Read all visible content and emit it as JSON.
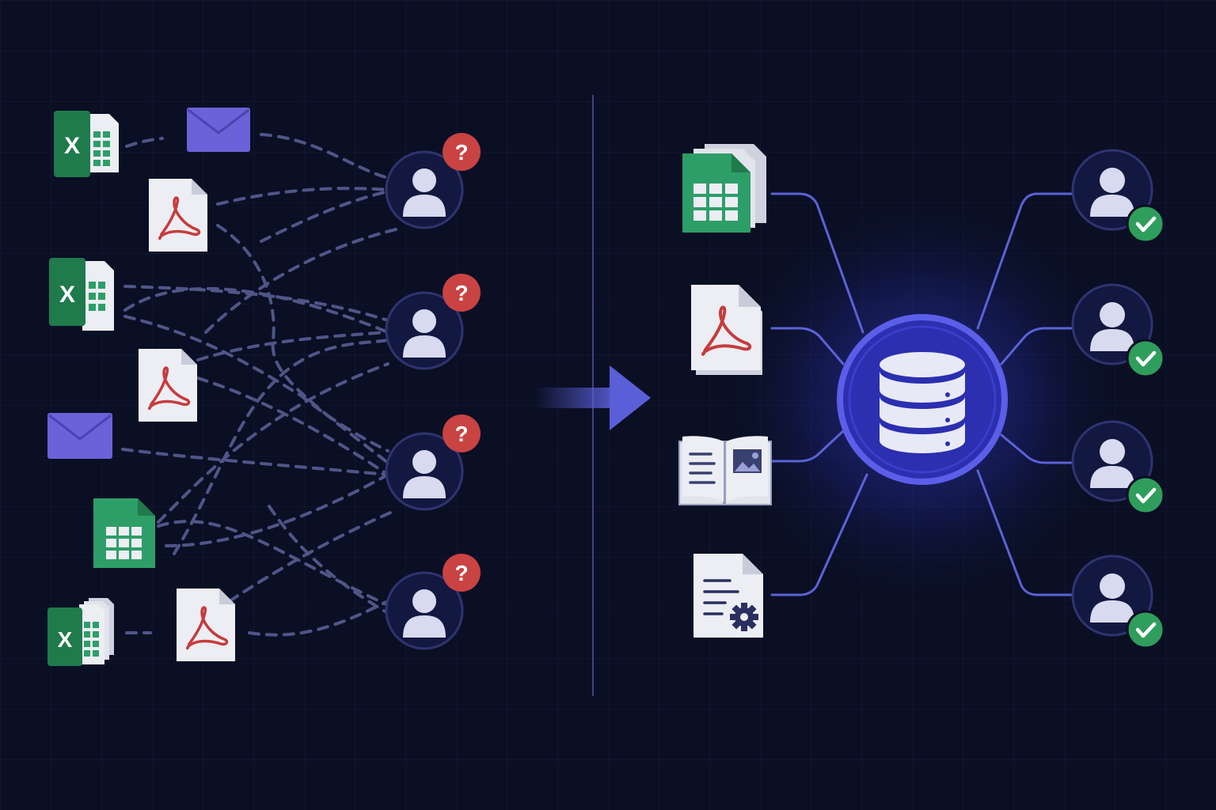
{
  "colors": {
    "background": "#0a0f24",
    "grid": "#1a2140",
    "dashed_link": "#5c6399",
    "solid_link": "#5b62d6",
    "divider": "#3f4480",
    "arrow": "#5a5fd8",
    "excel_green": "#1f7a4c",
    "sheet_green": "#2e9e68",
    "pdf_red": "#c63c3c",
    "envelope": "#6a62d8",
    "question_badge": "#c94343",
    "check_badge": "#2f9e5c",
    "user_ring": "#2f3470",
    "user_fill": "#121840",
    "user_glyph": "#d8daf0",
    "hub_ring": "#5b5ee8",
    "hub_fill": "#2b2fb0",
    "paper": "#eceef4"
  },
  "legacy_sources": [
    {
      "kind": "excel",
      "icon": "excel-file-icon",
      "letter": "X"
    },
    {
      "kind": "envelope",
      "icon": "envelope-icon"
    },
    {
      "kind": "pdf",
      "icon": "pdf-file-icon"
    },
    {
      "kind": "excel",
      "icon": "excel-file-icon",
      "letter": "X"
    },
    {
      "kind": "pdf",
      "icon": "pdf-file-icon"
    },
    {
      "kind": "envelope",
      "icon": "envelope-icon"
    },
    {
      "kind": "sheet",
      "icon": "spreadsheet-file-icon"
    },
    {
      "kind": "excel-stack",
      "icon": "excel-file-stack-icon",
      "letter": "X"
    },
    {
      "kind": "pdf",
      "icon": "pdf-file-icon"
    }
  ],
  "confused_users": [
    {
      "icon": "user-icon",
      "badge": "question-badge-icon",
      "badge_text": "?"
    },
    {
      "icon": "user-icon",
      "badge": "question-badge-icon",
      "badge_text": "?"
    },
    {
      "icon": "user-icon",
      "badge": "question-badge-icon",
      "badge_text": "?"
    },
    {
      "icon": "user-icon",
      "badge": "question-badge-icon",
      "badge_text": "?"
    }
  ],
  "transition": {
    "icon": "arrow-right-icon"
  },
  "unified_sources": [
    {
      "kind": "sheet-stack",
      "icon": "spreadsheet-stack-icon"
    },
    {
      "kind": "pdf",
      "icon": "pdf-file-icon"
    },
    {
      "kind": "book",
      "icon": "open-book-icon"
    },
    {
      "kind": "doc-gear",
      "icon": "document-settings-icon"
    }
  ],
  "hub": {
    "icon": "database-icon"
  },
  "satisfied_users": [
    {
      "icon": "user-icon",
      "badge": "check-badge-icon"
    },
    {
      "icon": "user-icon",
      "badge": "check-badge-icon"
    },
    {
      "icon": "user-icon",
      "badge": "check-badge-icon"
    },
    {
      "icon": "user-icon",
      "badge": "check-badge-icon"
    }
  ]
}
